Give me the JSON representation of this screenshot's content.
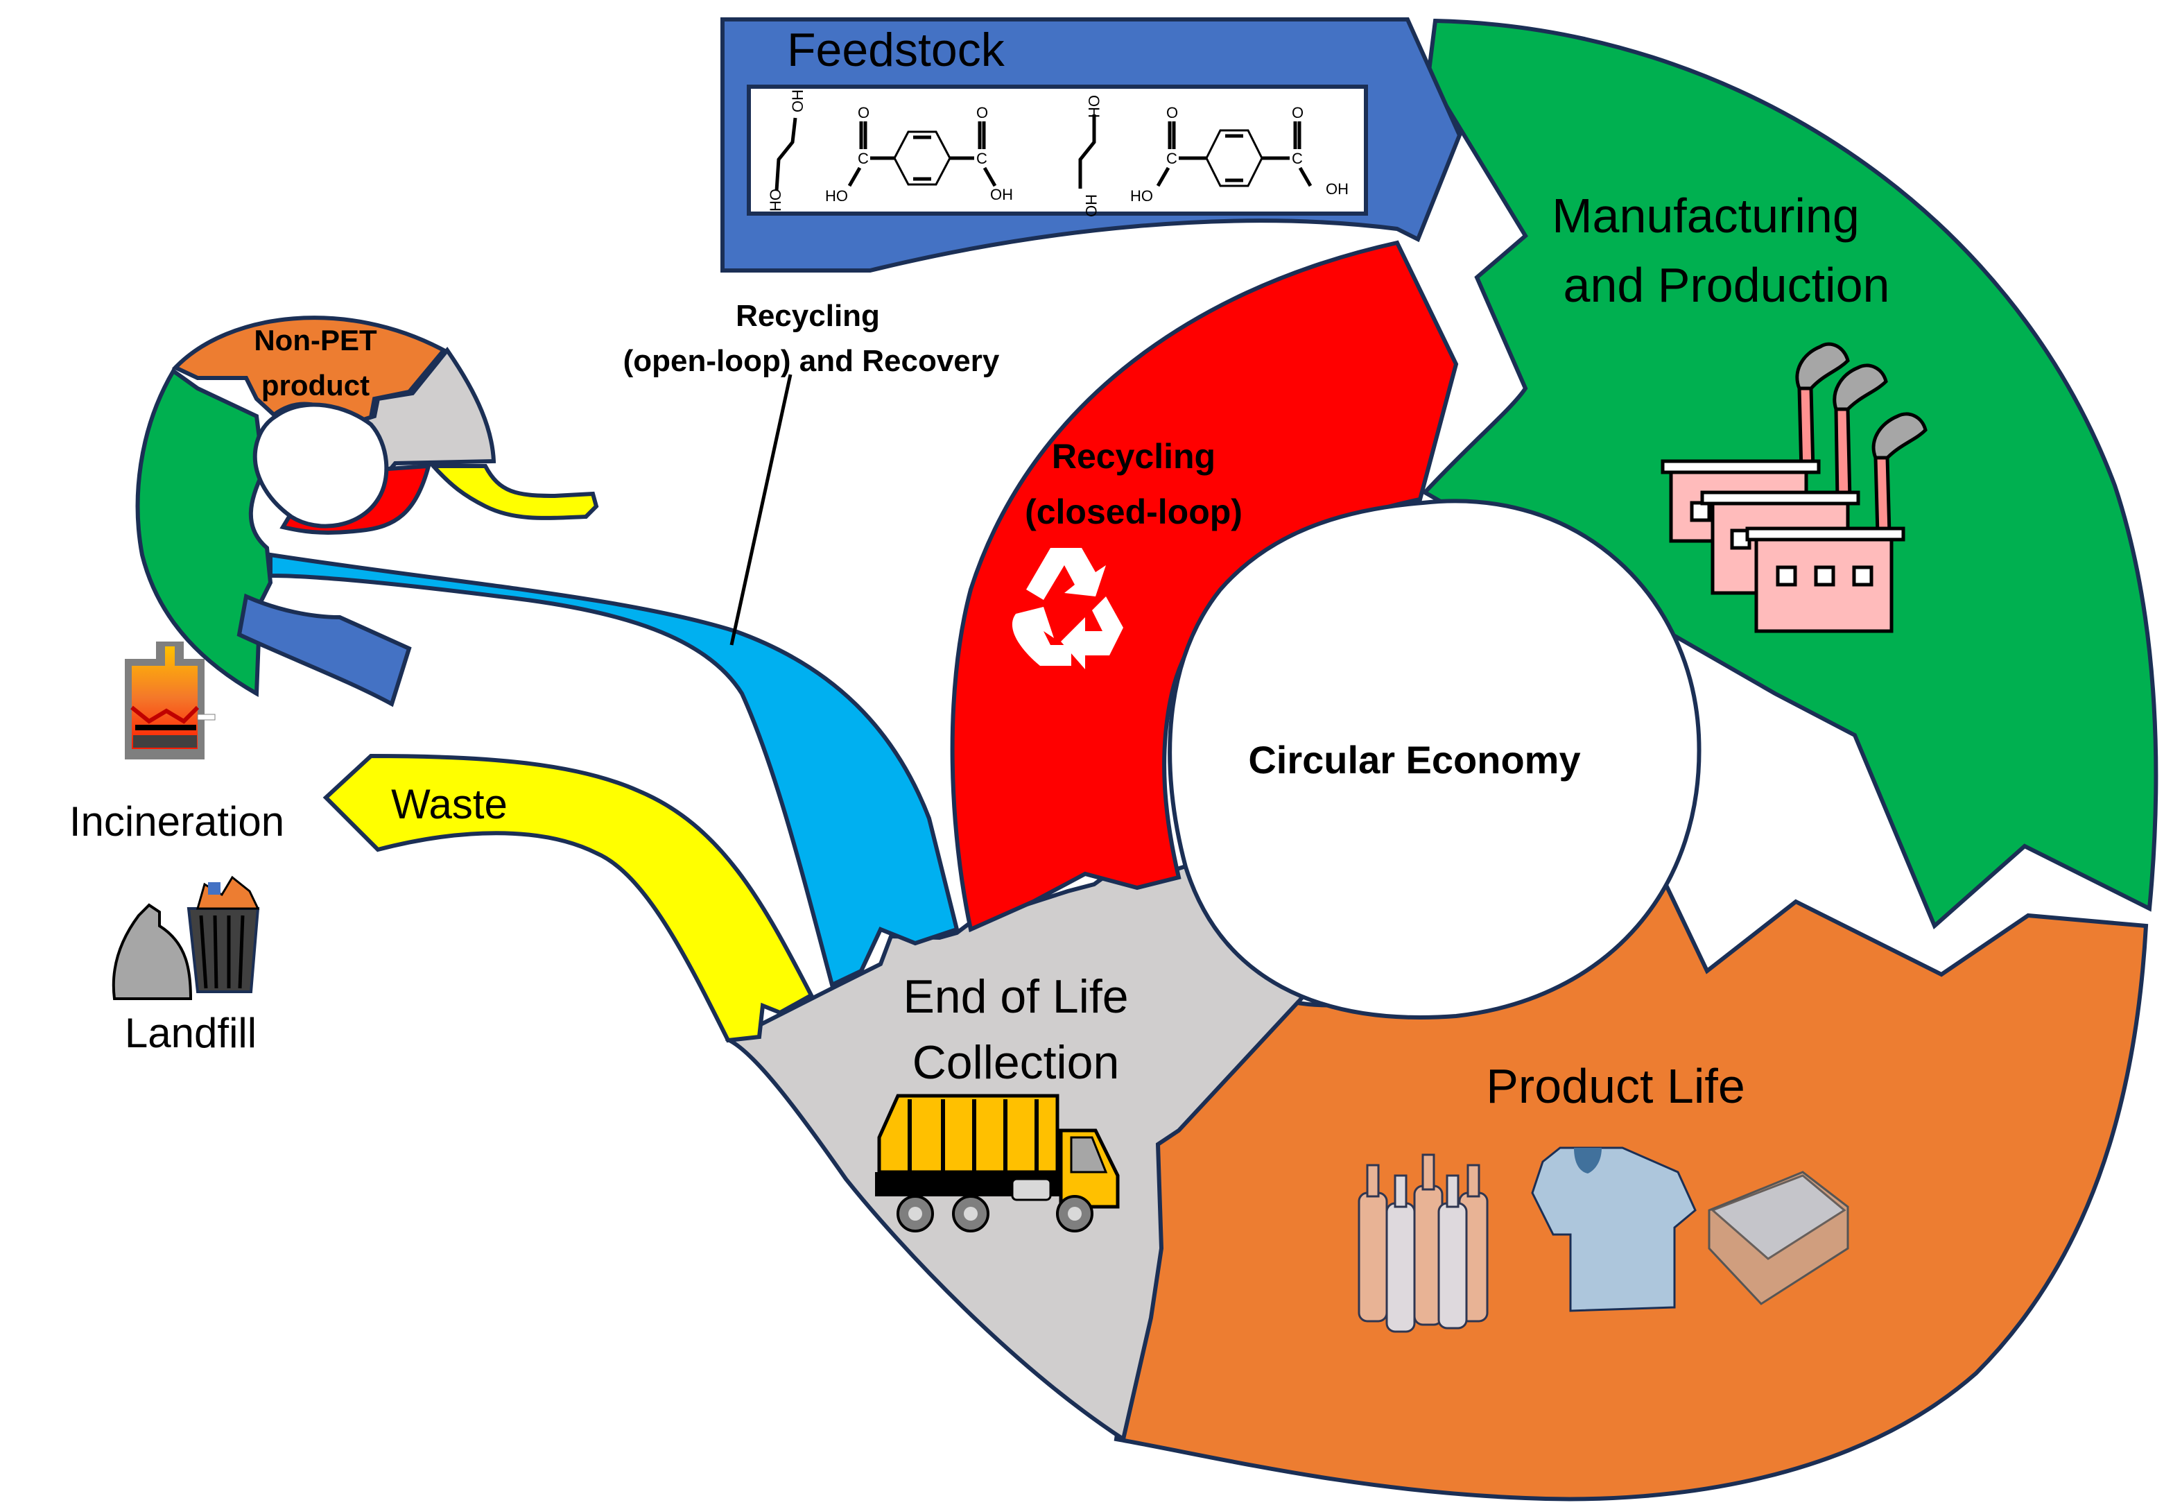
{
  "title": "Circular Economy",
  "colors": {
    "outline": "#1b2f55",
    "feedstock": "#4472c4",
    "manufacturing": "#00b050",
    "product_life": "#ed7d31",
    "end_of_life": "#d0cece",
    "recycling_closed": "#ff0000",
    "recycling_open": "#00b0f0",
    "waste": "#ffff00"
  },
  "stages": {
    "feedstock": {
      "label": "Feedstock"
    },
    "manufacturing": {
      "label_line1": "Manufacturing",
      "label_line2": "and Production",
      "icon": "factory-icon"
    },
    "product_life": {
      "label": "Product Life",
      "icons": [
        "bottles-icon",
        "tshirt-icon",
        "food-tray-icon"
      ]
    },
    "end_of_life": {
      "label_line1": "End of Life",
      "label_line2": "Collection",
      "icon": "garbage-truck-icon"
    },
    "recycling_closed": {
      "label_line1": "Recycling",
      "label_line2": "(closed-loop)",
      "icon": "recycle-icon"
    },
    "center": {
      "label": "Circular Economy"
    }
  },
  "flows": {
    "recycling_open": {
      "label_line1": "Recycling",
      "label_line2": "(open-loop) and Recovery"
    },
    "waste": {
      "label": "Waste"
    }
  },
  "secondary_cycle": {
    "label_line1": "Non-PET",
    "label_line2": "product"
  },
  "disposal": {
    "incineration": {
      "label": "Incineration",
      "icon": "incinerator-icon"
    },
    "landfill": {
      "label": "Landfill",
      "icon": "trash-bag-and-bin-icon"
    }
  },
  "chemistry": {
    "hydroxyl_upper": "OH",
    "hydroxyl_lower": "HO",
    "carbon": "C",
    "oxygen": "O",
    "acid_left": "HO",
    "acid_right": "OH"
  }
}
